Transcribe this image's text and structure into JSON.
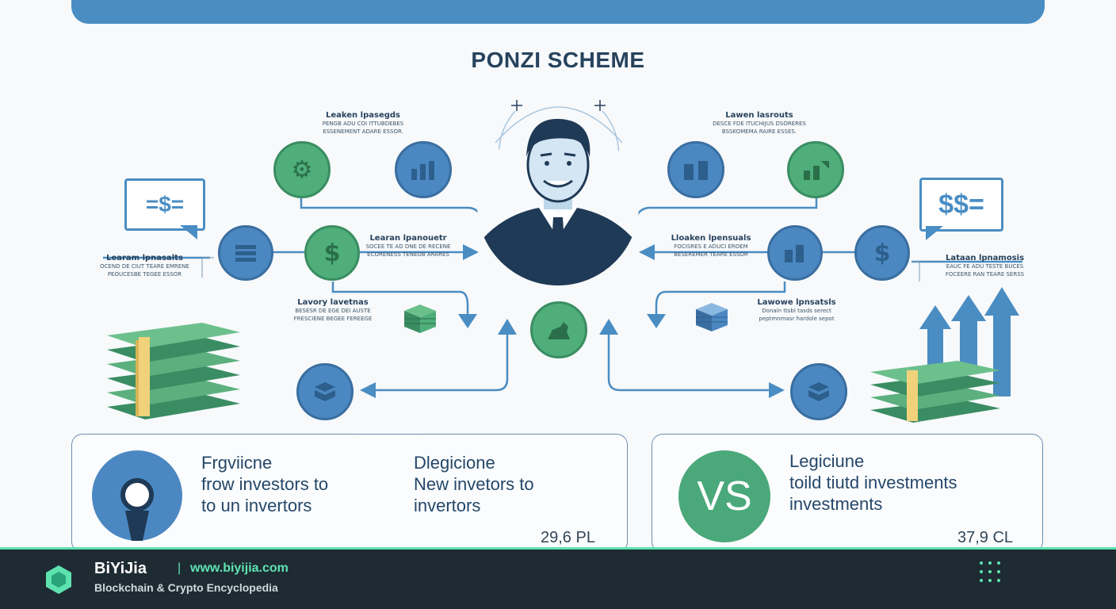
{
  "title": "PONZI SCHEME",
  "labels": {
    "top_left": {
      "heading": "Leaken lpasegds",
      "line1": "PENGB ADU COI ITTUBDEBES",
      "line2": "ESSENEMENT ADARE ESSOR."
    },
    "top_right": {
      "heading": "Lawen lasrouts",
      "line1": "DESCE FDE ITUCHIJUS DSORERES",
      "line2": "BSSKOMEMA RAIRE ESSES."
    },
    "mid_left": {
      "heading": "Learan lpanouetr",
      "line1": "SOCEE TE AD DNE DE RECENE",
      "line2": "ECORENESS TENEOB ARARES"
    },
    "mid_right": {
      "heading": "Lloaken lpensuals",
      "line1": "FOCISRES E ADUCI EROEM",
      "line2": "BESEREMER TEARE ESSOR"
    },
    "far_left": {
      "heading": "Learam lpnasalts",
      "line1": "OCEND DE CIUT TEARE EMRENE",
      "line2": "PEOUCESBE TEGEE ESSOR"
    },
    "far_right": {
      "heading": "Lataan lpnamosis",
      "line1": "EAUC FE ADU TESTE BUCES",
      "line2": "FOCEERE RAN TEARE SERSS"
    },
    "low_left": {
      "heading": "Lavory lavetnas",
      "line1": "BESESR DE EGE DEI AUSTE",
      "line2": "FRESCIENE BEGEE FEREEGE"
    },
    "low_right": {
      "heading": "Lawowe lpnsatsls",
      "line1": "Donain ttsbI tasds serect",
      "line2": "peptmnmasr hardole sepot"
    }
  },
  "bubbles": {
    "left": "=$=",
    "right": "$$="
  },
  "cards": [
    {
      "left_text": "Frgviicne\nfrow investors to\nto un invertors",
      "right_text": "Dlegicione\nNew invetors to\ninvertors",
      "number": "29,6 PL"
    },
    {
      "badge": "VS",
      "text": "Legiciune\ntoild tiutd investments\ninvestments",
      "number": "37,9 CL"
    }
  ],
  "footer": {
    "brand": "BiYiJia",
    "separator": "|",
    "url": "www.biyijia.com",
    "subtitle": "Blockchain & Crypto Encyclopedia"
  },
  "icons": [
    "gear-icon",
    "chart-icon",
    "dollar-icon",
    "database-icon",
    "cash-stack-icon",
    "map-pin-icon",
    "grid-dots-icon",
    "person-icon"
  ],
  "colors": {
    "accent_blue": "#4a8dc3",
    "accent_green": "#4fae7a",
    "dark_navy": "#27435e",
    "footer_bg": "#1e2b33",
    "footer_accent": "#5ee3b0"
  }
}
